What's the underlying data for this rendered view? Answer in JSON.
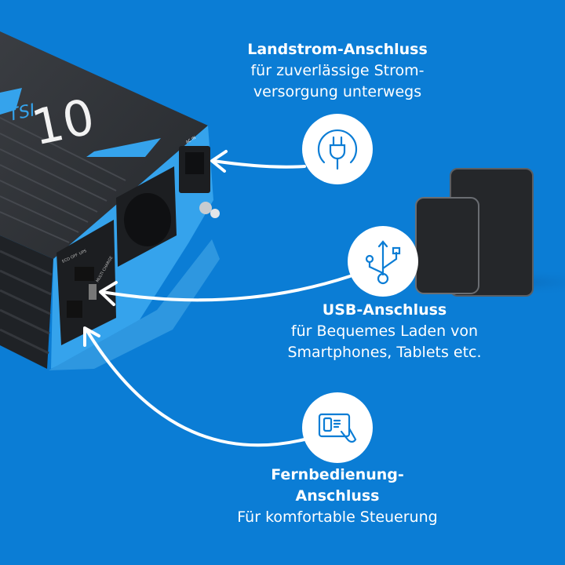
{
  "product": {
    "logo_small": "TSI",
    "logo_number": "10",
    "panel_labels": [
      "ECO",
      "OFF",
      "UPS",
      "MULTI CHARGE",
      "AC IN"
    ]
  },
  "features": [
    {
      "icon": "plug-icon",
      "title": "Landstrom-Anschluss",
      "lines": [
        "für zuverlässige Strom-",
        "versorgung unterwegs"
      ]
    },
    {
      "icon": "usb-icon",
      "title": "USB-Anschluss",
      "lines": [
        "für Bequemes Laden von",
        "Smartphones, Tablets etc."
      ]
    },
    {
      "icon": "remote-control-icon",
      "title_lines": [
        "Fernbedienung-",
        "Anschluss"
      ],
      "lines": [
        "Für komfortable Steuerung"
      ]
    }
  ],
  "colors": {
    "background": "#0b7dd5",
    "accent": "#3aa8f0",
    "body": "#2b2e33",
    "icon": "#0b7dd5"
  }
}
